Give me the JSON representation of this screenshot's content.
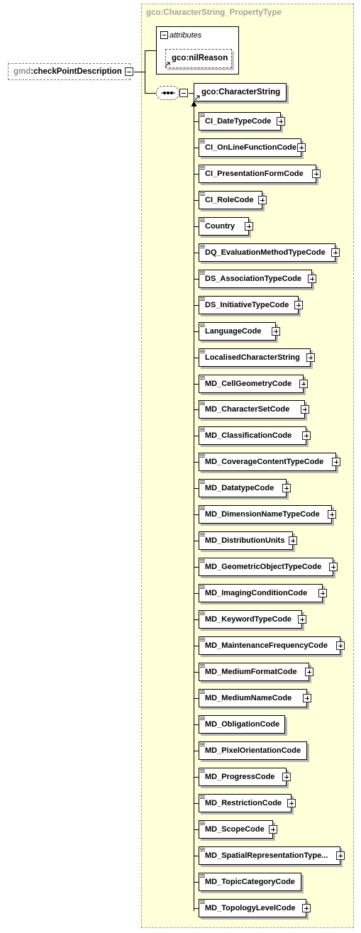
{
  "type_name": "gco:CharacterString_PropertyType",
  "attributes": {
    "title": "attributes",
    "items": [
      "gco:nilReason"
    ]
  },
  "root": {
    "prefix": "gmd",
    "name": ":checkPointDescription"
  },
  "content_element": "gco:CharacterString",
  "children": [
    {
      "label": "CI_DateTypeCode",
      "expandable": true
    },
    {
      "label": "CI_OnLineFunctionCode",
      "expandable": true
    },
    {
      "label": "CI_PresentationFormCode",
      "expandable": true
    },
    {
      "label": "CI_RoleCode",
      "expandable": true
    },
    {
      "label": "Country",
      "expandable": true
    },
    {
      "label": "DQ_EvaluationMethodTypeCode",
      "expandable": true
    },
    {
      "label": "DS_AssociationTypeCode",
      "expandable": true
    },
    {
      "label": "DS_InitiativeTypeCode",
      "expandable": true
    },
    {
      "label": "LanguageCode",
      "expandable": true
    },
    {
      "label": "LocalisedCharacterString",
      "expandable": true
    },
    {
      "label": "MD_CellGeometryCode",
      "expandable": true
    },
    {
      "label": "MD_CharacterSetCode",
      "expandable": true
    },
    {
      "label": "MD_ClassificationCode",
      "expandable": true
    },
    {
      "label": "MD_CoverageContentTypeCode",
      "expandable": true
    },
    {
      "label": "MD_DatatypeCode",
      "expandable": true
    },
    {
      "label": "MD_DimensionNameTypeCode",
      "expandable": true
    },
    {
      "label": "MD_DistributionUnits",
      "expandable": true
    },
    {
      "label": "MD_GeometricObjectTypeCode",
      "expandable": true
    },
    {
      "label": "MD_ImagingConditionCode",
      "expandable": true
    },
    {
      "label": "MD_KeywordTypeCode",
      "expandable": true
    },
    {
      "label": "MD_MaintenanceFrequencyCode",
      "expandable": true
    },
    {
      "label": "MD_MediumFormatCode",
      "expandable": true
    },
    {
      "label": "MD_MediumNameCode",
      "expandable": true
    },
    {
      "label": "MD_ObligationCode",
      "expandable": false
    },
    {
      "label": "MD_PixelOrientationCode",
      "expandable": false
    },
    {
      "label": "MD_ProgressCode",
      "expandable": true
    },
    {
      "label": "MD_RestrictionCode",
      "expandable": true
    },
    {
      "label": "MD_ScopeCode",
      "expandable": true
    },
    {
      "label": "MD_SpatialRepresentationType...",
      "expandable": true
    },
    {
      "label": "MD_TopicCategoryCode",
      "expandable": false
    },
    {
      "label": "MD_TopologyLevelCode",
      "expandable": true
    }
  ]
}
